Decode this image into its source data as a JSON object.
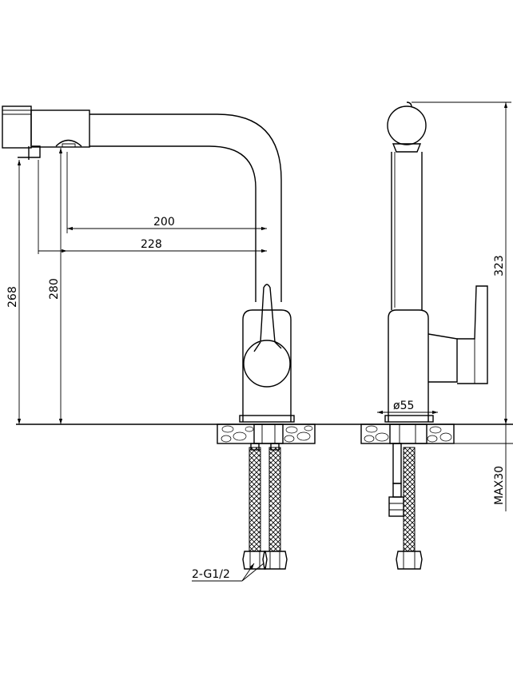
{
  "dimensions": {
    "spout_reach_inner": "200",
    "spout_reach_outer": "228",
    "height_outlet": "268",
    "height_spout_bottom": "280",
    "total_height": "323",
    "base_diameter": "ø55",
    "max_counter_thickness": "MAX30",
    "connection": "2-G1/2"
  },
  "colors": {
    "line": "#000000",
    "background": "#ffffff"
  }
}
